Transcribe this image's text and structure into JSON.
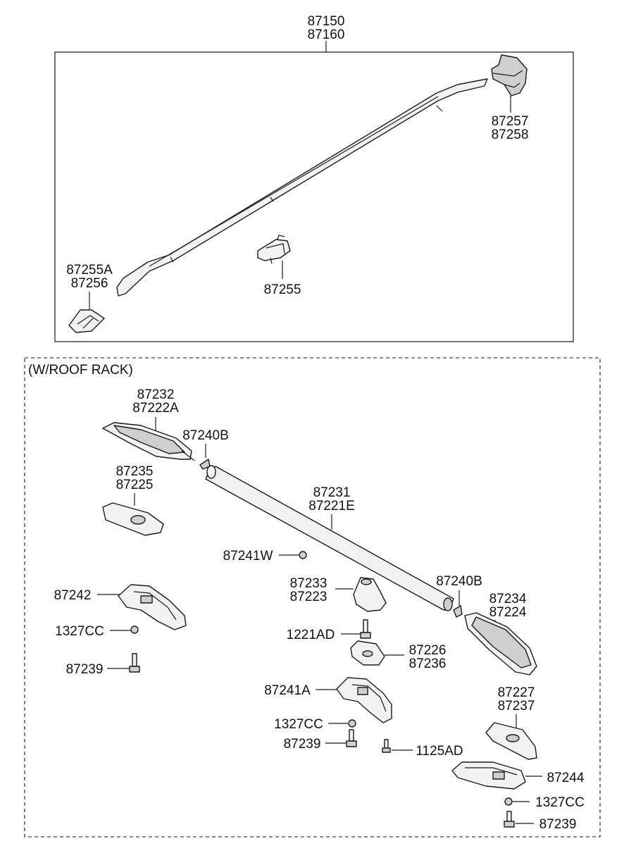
{
  "diagram": {
    "top_group": {
      "rail_codes": [
        "87150",
        "87160"
      ],
      "end_cap_rear_codes": [
        "87257",
        "87258"
      ],
      "end_cap_front_codes": [
        "87255A",
        "87256"
      ],
      "clip_code": "87255"
    },
    "roof_rack_group": {
      "title": "(W/ROOF RACK)",
      "front_cover_codes": [
        "87232",
        "87222A"
      ],
      "front_seal_code": "87240B",
      "front_pad_codes": [
        "87235",
        "87225"
      ],
      "cross_bar_codes": [
        "87231",
        "87221E"
      ],
      "nut_code": "87241W",
      "center_cover_codes": [
        "87233",
        "87223"
      ],
      "rear_seal_code": "87240B",
      "rear_cover_codes": [
        "87234",
        "87224"
      ],
      "front_bracket_code": "87242",
      "front_nut_code": "1327CC",
      "front_bolt_code": "87239",
      "center_screw_code": "1221AD",
      "center_pad_codes": [
        "87226",
        "87236"
      ],
      "center_bracket_code": "87241A",
      "center_nut_code": "1327CC",
      "center_bolt_code": "87239",
      "center_screw2_code": "1125AD",
      "rear_pad_codes": [
        "87227",
        "87237"
      ],
      "rear_bracket_code": "87244",
      "rear_nut_code": "1327CC",
      "rear_bolt_code": "87239"
    }
  }
}
